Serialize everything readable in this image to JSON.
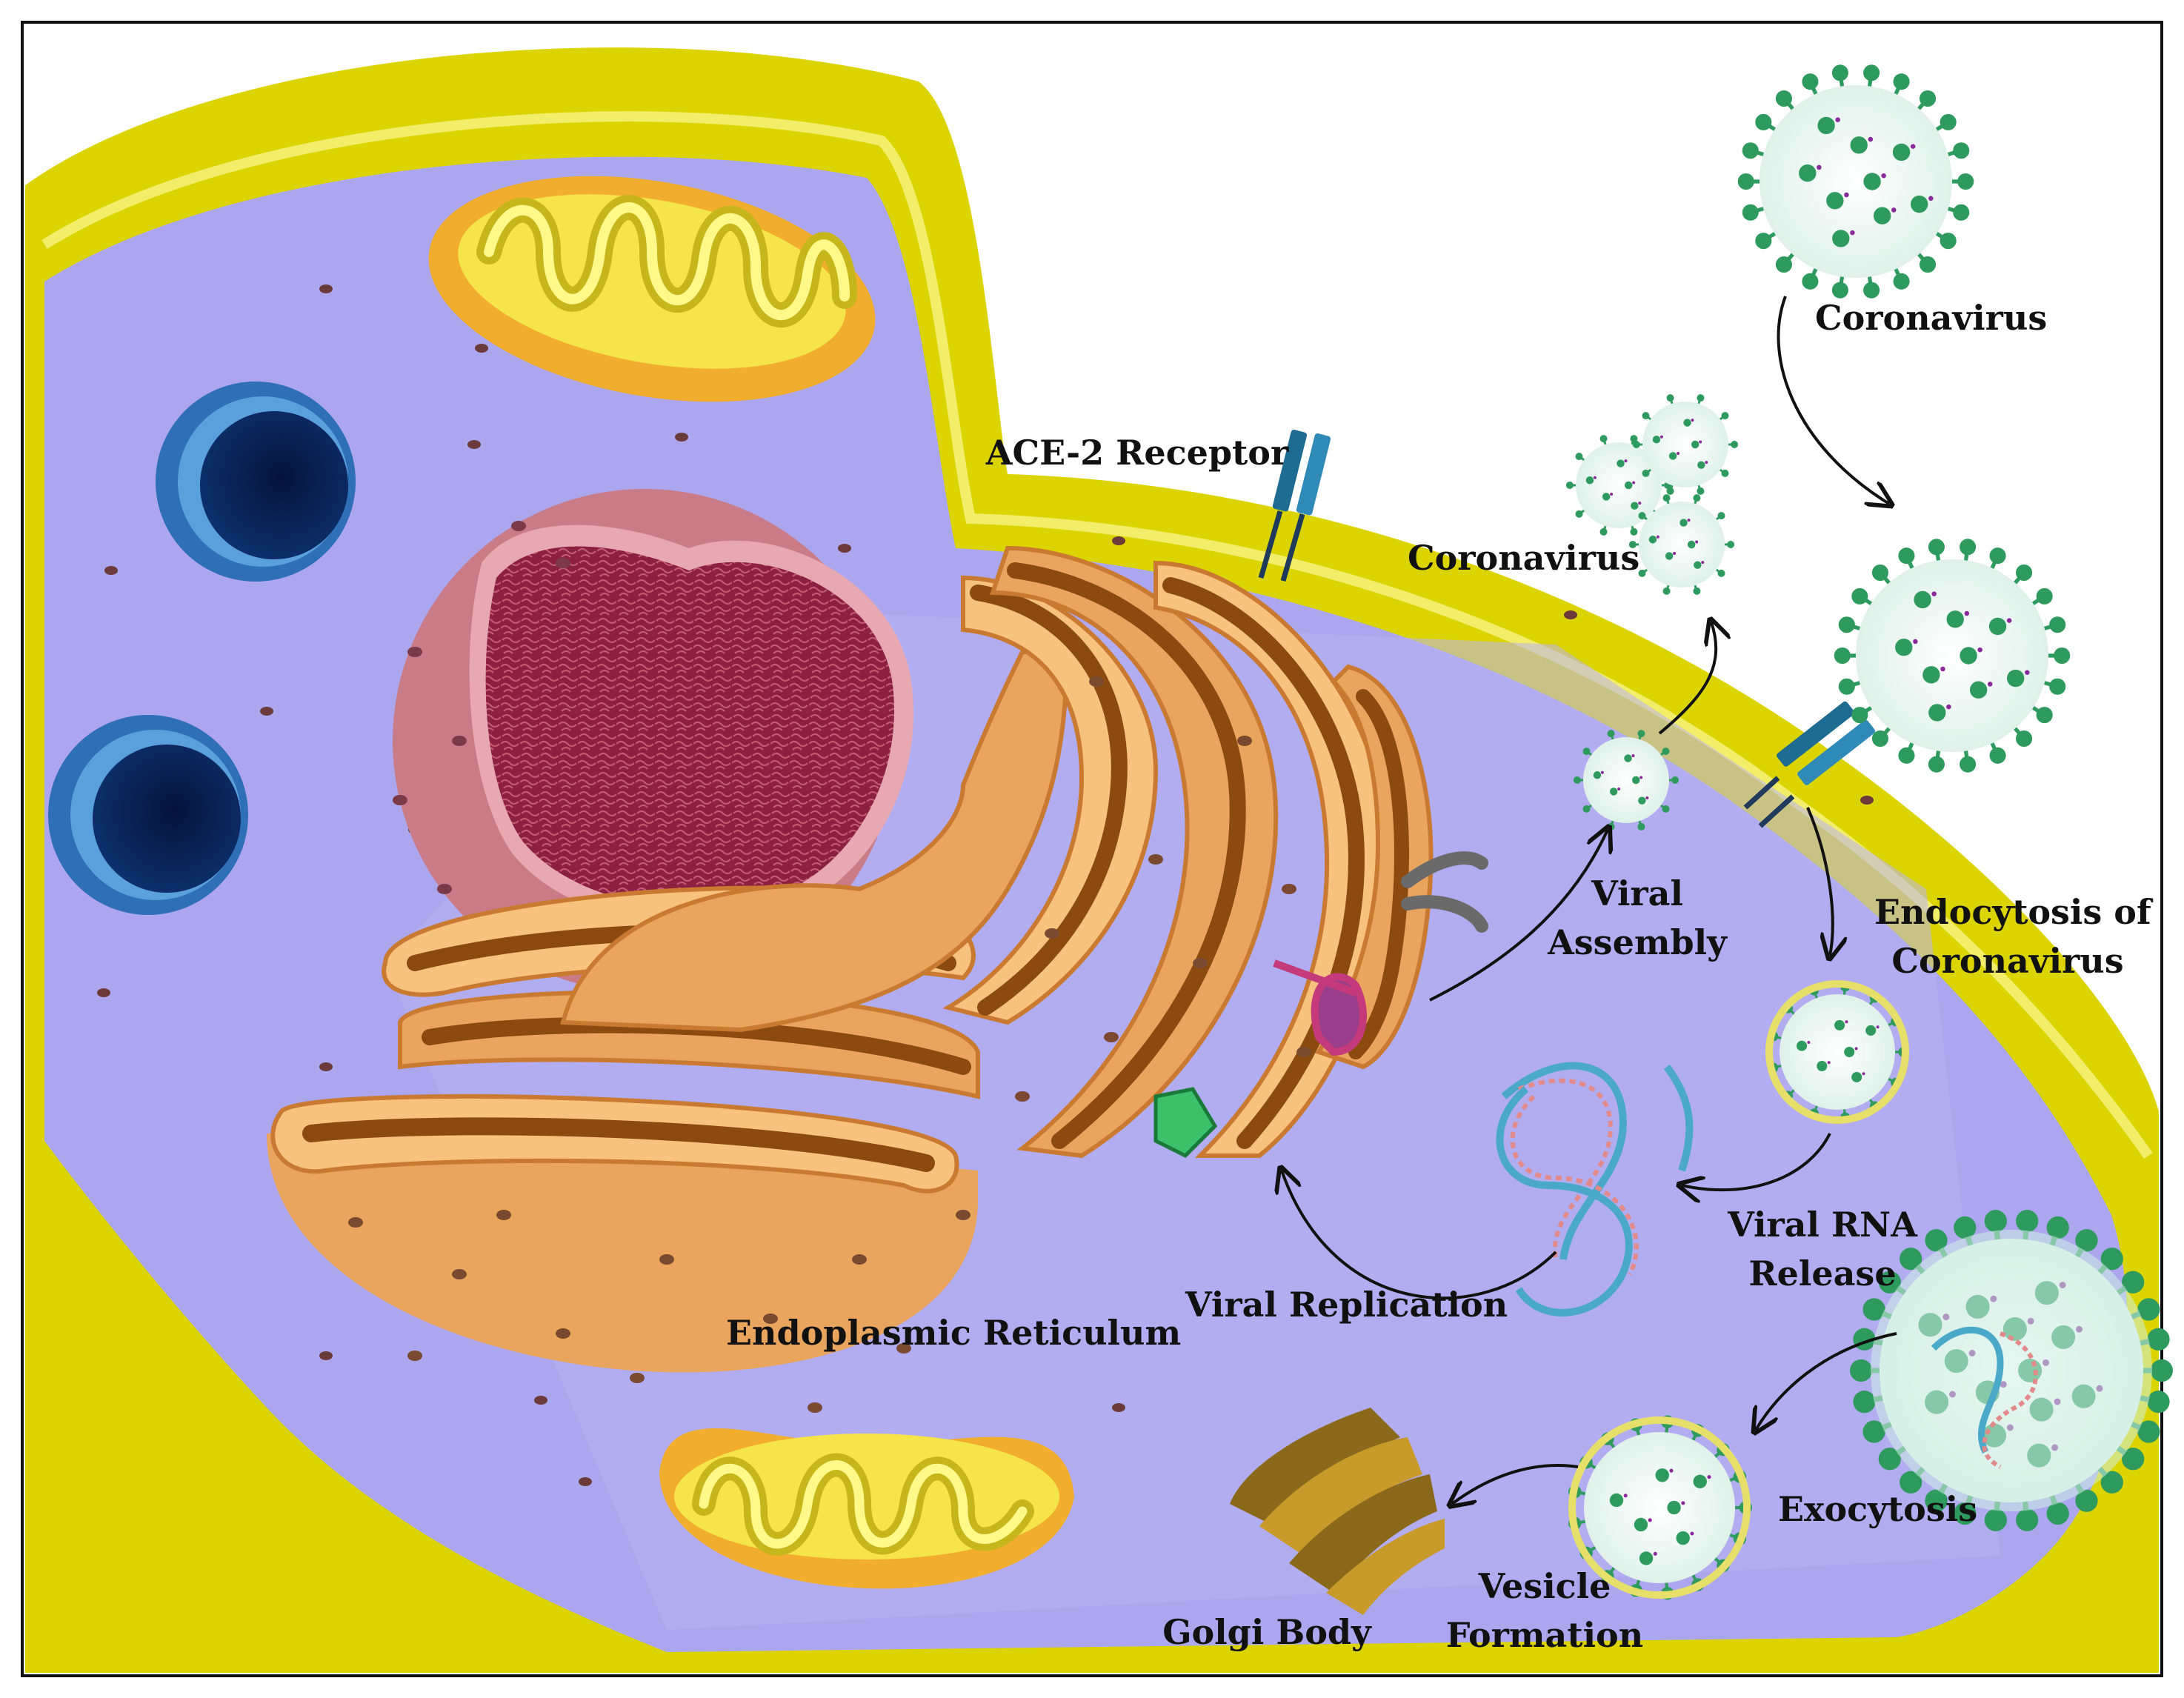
{
  "labels": {
    "coronavirus_top": "Coronavirus",
    "coronavirus_released": "Coronavirus",
    "ace2_receptor": "ACE-2 Receptor",
    "viral_assembly_line1": "Viral",
    "viral_assembly_line2": "Assembly",
    "endocytosis_line1": "Endocytosis of",
    "endocytosis_line2": "Coronavirus",
    "viral_rna_line1": "Viral RNA",
    "viral_rna_line2": "Release",
    "viral_replication": "Viral Replication",
    "endoplasmic_reticulum": "Endoplasmic Reticulum",
    "exocytosis": "Exocytosis",
    "vesicle_line1": "Vesicle",
    "vesicle_line2": "Formation",
    "golgi_body": "Golgi Body"
  },
  "colors": {
    "membrane": "#dcd400",
    "cytoplasm": "#aca6ee",
    "er": "#e9a55e",
    "nucleus": "#c97c88",
    "mitochondria": "#f1ad2d",
    "virus_spike": "#2e9a5e",
    "receptor": "#1f6c92",
    "lysosome": "#2f6fb8"
  }
}
